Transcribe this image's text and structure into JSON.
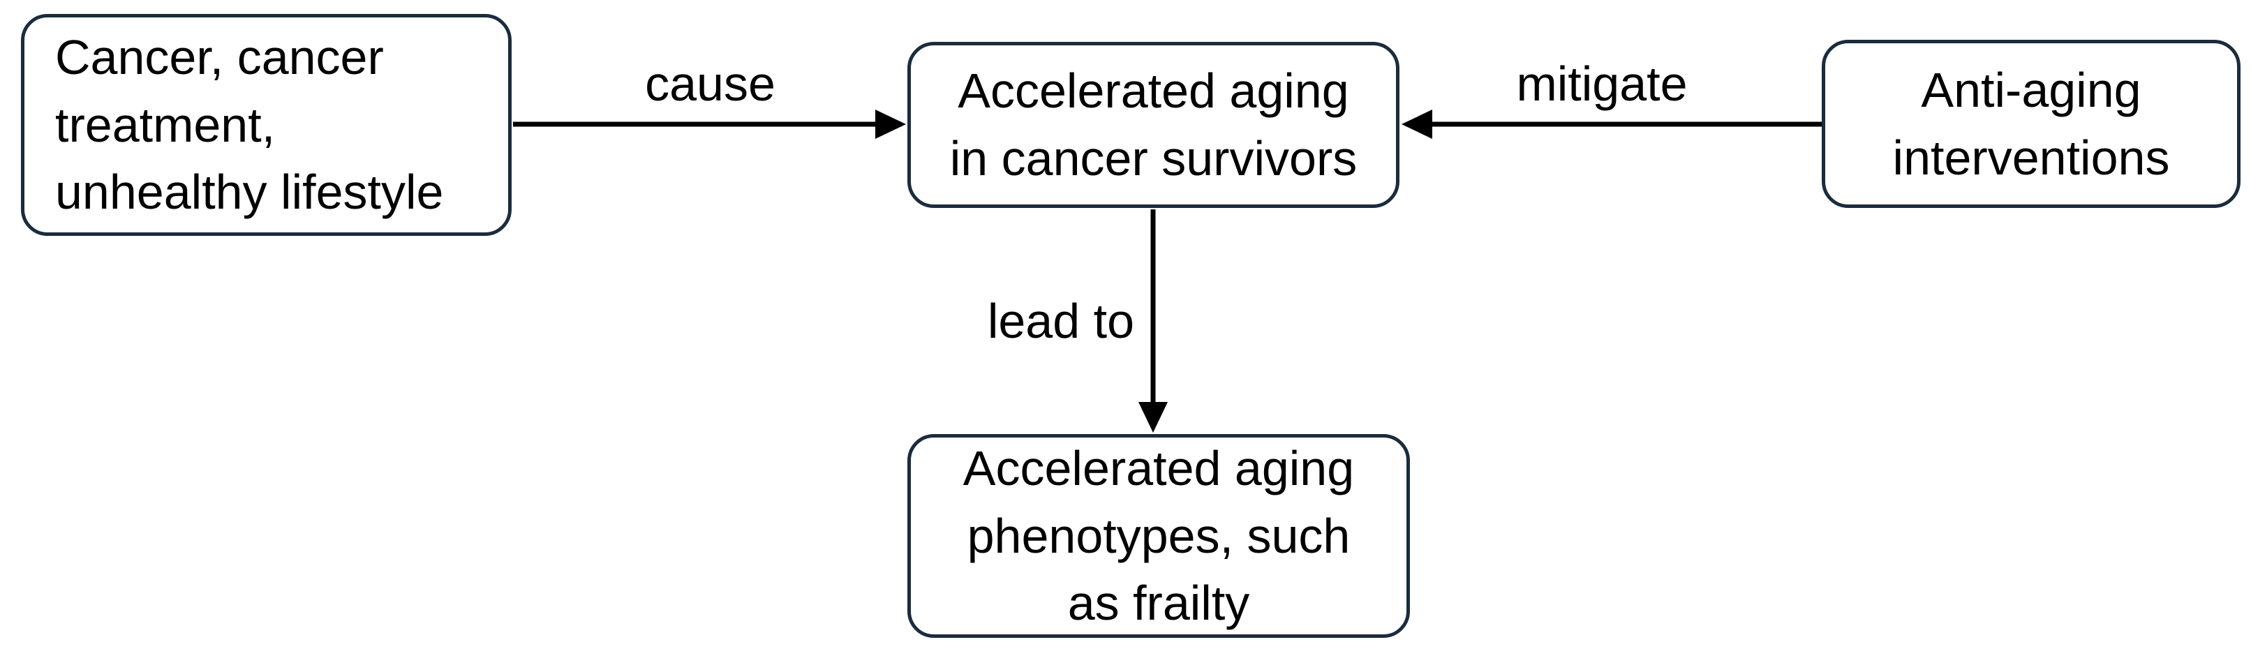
{
  "diagram": {
    "title": "Accelerated aging in cancer survivors flow diagram",
    "colors": {
      "background": "#ffffff",
      "node_fill": "#ffffff",
      "node_border": "#1a2c3d",
      "arrow": "#000000",
      "text": "#000000"
    },
    "nodes": [
      {
        "id": "causes",
        "text": "Cancer, cancer treatment, unhealthy lifestyle",
        "lines": [
          "Cancer, cancer",
          "treatment,",
          "unhealthy lifestyle"
        ],
        "align": "left"
      },
      {
        "id": "accelerated-aging",
        "text": "Accelerated aging in cancer survivors",
        "lines": [
          "Accelerated aging",
          "in cancer survivors"
        ],
        "align": "center"
      },
      {
        "id": "anti-aging-interventions",
        "text": "Anti-aging interventions",
        "lines": [
          "Anti-aging",
          "interventions"
        ],
        "align": "center"
      },
      {
        "id": "phenotypes",
        "text": "Accelerated aging phenotypes, such as frailty",
        "lines": [
          "Accelerated aging",
          "phenotypes, such",
          "as frailty"
        ],
        "align": "center"
      }
    ],
    "edges": [
      {
        "id": "cause",
        "label": "cause",
        "from": "causes",
        "to": "accelerated-aging",
        "direction": "right"
      },
      {
        "id": "mitigate",
        "label": "mitigate",
        "from": "anti-aging-interventions",
        "to": "accelerated-aging",
        "direction": "left"
      },
      {
        "id": "lead-to",
        "label": "lead to",
        "from": "accelerated-aging",
        "to": "phenotypes",
        "direction": "down"
      }
    ]
  }
}
